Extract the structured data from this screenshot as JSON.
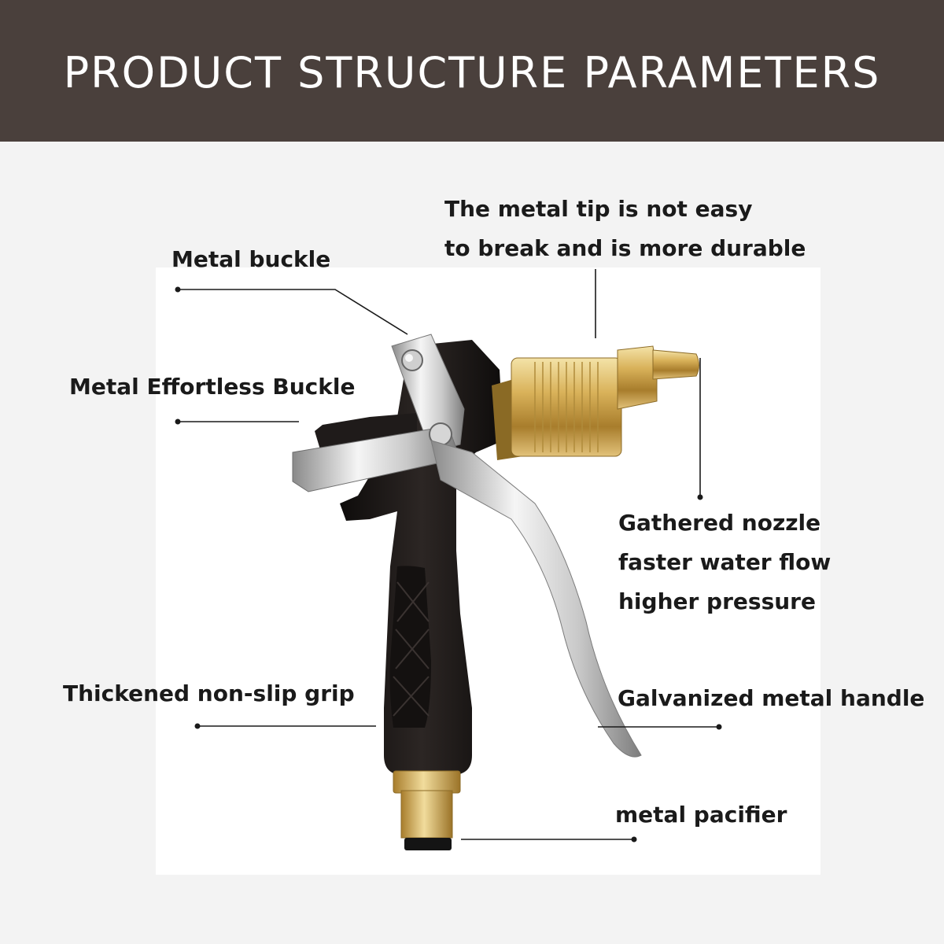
{
  "header": {
    "title": "PRODUCT STRUCTURE PARAMETERS",
    "background": "#4a403c"
  },
  "colors": {
    "brass": "#c9a24a",
    "grip": "#1b1716",
    "chrome": "#d8d8d8"
  },
  "callouts": {
    "metal_tip": {
      "line1": "The metal tip is not easy",
      "line2": "to break and is more durable"
    },
    "metal_buckle": "Metal buckle",
    "metal_effortless_buckle": "Metal Effortless Buckle",
    "gathered_nozzle": {
      "line1": "Gathered nozzle",
      "line2": "faster water flow",
      "line3": "higher pressure"
    },
    "grip": "Thickened non-slip grip",
    "handle": "Galvanized metal handle",
    "pacifier": "metal pacifier"
  }
}
